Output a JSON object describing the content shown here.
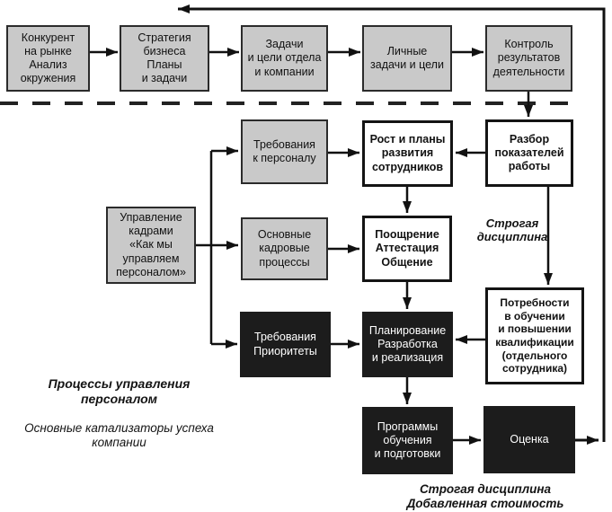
{
  "colors": {
    "gray_fill": "#c9c9c9",
    "gray_border": "#2b2b2b",
    "white_fill": "#ffffff",
    "white_border": "#141414",
    "dark_fill": "#1c1c1c",
    "dark_text": "#ffffff",
    "line": "#111111",
    "text": "#111111"
  },
  "nodes": {
    "competitor": {
      "label": "Конкурент\nна рынке\nАнализ\nокружения",
      "style": "gray"
    },
    "strategy": {
      "label": "Стратегия\nбизнеса\nПланы\nи задачи",
      "style": "gray"
    },
    "dept_goals": {
      "label": "Задачи\nи цели отдела\nи компании",
      "style": "gray"
    },
    "personal_goals": {
      "label": "Личные\nзадачи и цели",
      "style": "gray"
    },
    "control": {
      "label": "Контроль\nрезультатов\nдеятельности",
      "style": "gray"
    },
    "staff_requirements": {
      "label": "Требования\nк персоналу",
      "style": "gray"
    },
    "growth_plans": {
      "label": "Рост и планы\nразвития\nсотрудников",
      "style": "white"
    },
    "performance_review": {
      "label": "Разбор\nпоказателей\nработы",
      "style": "white"
    },
    "hr_management": {
      "label": "Управление\nкадрами\n«Как мы\nуправляем\nперсоналом»",
      "style": "gray"
    },
    "hr_processes": {
      "label": "Основные\nкадровые\nпроцессы",
      "style": "gray"
    },
    "encouragement": {
      "label": "Поощрение\nАттестация\nОбщение",
      "style": "white"
    },
    "requirements_priorities": {
      "label": "Требования\nПриоритеты",
      "style": "dark"
    },
    "planning": {
      "label": "Планирование\nРазработка\nи реализация",
      "style": "dark"
    },
    "training_needs": {
      "label": "Потребности\nв обучении\nи повышении\nквалификации\n(отдельного\nсотрудника)",
      "style": "white"
    },
    "training_programs": {
      "label": "Программы\nобучения\nи подготовки",
      "style": "dark"
    },
    "evaluation": {
      "label": "Оценка",
      "style": "dark"
    }
  },
  "annotations": {
    "strict_discipline_mid": "Строгая\nдисциплина",
    "processes_caption_title": "Процессы управления персоналом",
    "processes_caption_rest": "Основные катализаторы успеха\nкомпании",
    "bottom_caption": "Строгая дисциплина\nДобавленная стоимость"
  }
}
